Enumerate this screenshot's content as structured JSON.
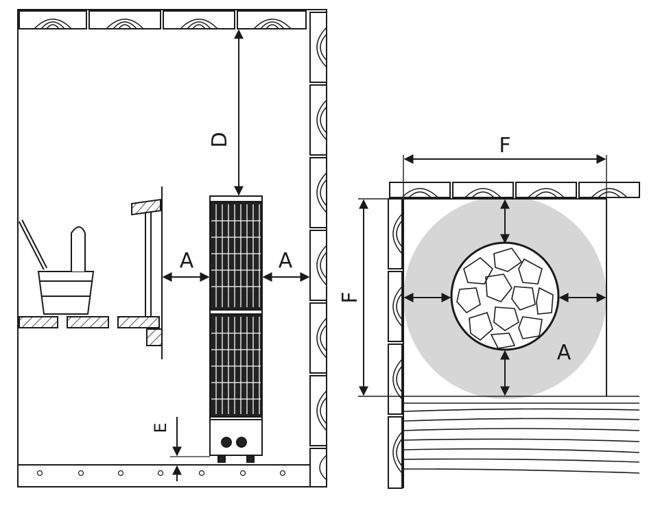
{
  "side_view": {
    "label_top_clearance": "D",
    "label_left_clearance": "A",
    "label_right_clearance": "A",
    "label_floor_clearance": "E"
  },
  "top_view": {
    "label_width": "F",
    "label_depth": "F",
    "label_clearance_zone": "A"
  },
  "colors": {
    "line": "#1a1a1a",
    "clearance_zone": "#d6d6d6",
    "background": "#ffffff"
  }
}
